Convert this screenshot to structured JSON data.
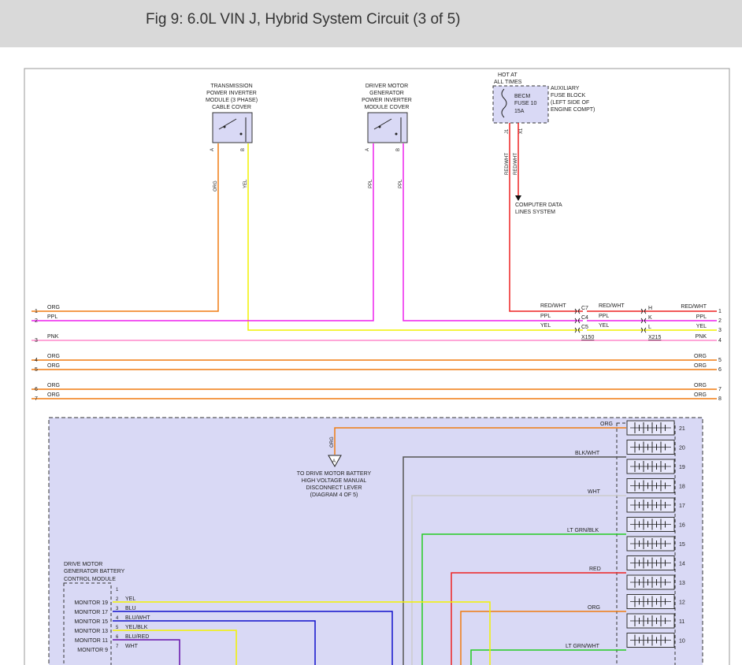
{
  "header": {
    "title": "Fig 9: 6.0L VIN J, Hybrid System Circuit (3 of 5)"
  },
  "components": {
    "tpim": [
      "TRANSMISSION",
      "POWER INVERTER",
      "MODULE (3 PHASE)",
      "CABLE COVER"
    ],
    "dmg": [
      "DRIVER MOTOR",
      "GENERATOR",
      "POWER INVERTER",
      "MODULE COVER"
    ],
    "hot": [
      "HOT AT",
      "ALL TIMES"
    ],
    "fuse": [
      "BECM",
      "FUSE 10",
      "15A"
    ],
    "aux": [
      "AUXILIARY",
      "FUSE BLOCK",
      "(LEFT SIDE OF",
      "ENGINE COMPT)"
    ],
    "cdl": [
      "COMPUTER DATA",
      "LINES SYSTEM"
    ],
    "disconnect": [
      "TO DRIVE MOTOR BATTERY",
      "HIGH VOLTAGE MANUAL",
      "DISCONNECT LEVER",
      "(DIAGRAM 4 OF 5)"
    ],
    "bcm": [
      "DRIVE MOTOR",
      "GENERATOR BATTERY",
      "CONTROL MODULE"
    ]
  },
  "pins": {
    "a": "A",
    "b": "B",
    "j1": "J1",
    "x1": "X1"
  },
  "wire_colors": {
    "org": "ORG",
    "yel": "YEL",
    "ppl": "PPL",
    "redwht": "RED/WHT",
    "pnk": "PNK",
    "blkwht": "BLK/WHT",
    "wht": "WHT",
    "ltgrnblk": "LT GRN/BLK",
    "red": "RED",
    "ltgrnwht": "LT GRN/WHT"
  },
  "connectors": {
    "c7": "C7",
    "c4": "C4",
    "c5": "C5",
    "x150": "X150",
    "h": "H",
    "k": "K",
    "l": "L",
    "x215": "X215"
  },
  "circuits": [
    {
      "ln": "1",
      "rn": "1",
      "left": "ORG",
      "right": "RED/WHT"
    },
    {
      "ln": "2",
      "rn": "2",
      "left": "PPL",
      "right": "PPL"
    },
    {
      "ln": "",
      "rn": "3",
      "left": "",
      "right": "YEL"
    },
    {
      "ln": "3",
      "rn": "4",
      "left": "PNK",
      "right": "PNK"
    },
    {
      "ln": "4",
      "rn": "5",
      "left": "ORG",
      "right": "ORG"
    },
    {
      "ln": "5",
      "rn": "6",
      "left": "ORG",
      "right": "ORG"
    },
    {
      "ln": "6",
      "rn": "7",
      "left": "ORG",
      "right": "ORG"
    },
    {
      "ln": "7",
      "rn": "8",
      "left": "ORG",
      "right": "ORG"
    }
  ],
  "battery_cells": [
    "21",
    "20",
    "19",
    "18",
    "17",
    "16",
    "15",
    "14",
    "13",
    "12",
    "11",
    "10"
  ],
  "bcm_pin_numbers": [
    "1",
    "2",
    "3",
    "4",
    "5",
    "6",
    "7"
  ],
  "bcm_monitors": [
    "MONITOR 19",
    "MONITOR 17",
    "MONITOR 15",
    "MONITOR 13",
    "MONITOR 11",
    "MONITOR 9"
  ],
  "bcm_wires": [
    "YEL",
    "BLU",
    "BLU/WHT",
    "YEL/BLK",
    "BLU/RED",
    "WHT"
  ],
  "colors": {
    "org": "#f07c12",
    "yel": "#f2f200",
    "ppl": "#ee22ee",
    "red": "#ee2222",
    "pnk": "#ff88cc",
    "blk": "#555555",
    "wht": "#cccccc",
    "ltgrn": "#22cc22",
    "blu": "#1111cc",
    "purple": "#6611aa"
  }
}
